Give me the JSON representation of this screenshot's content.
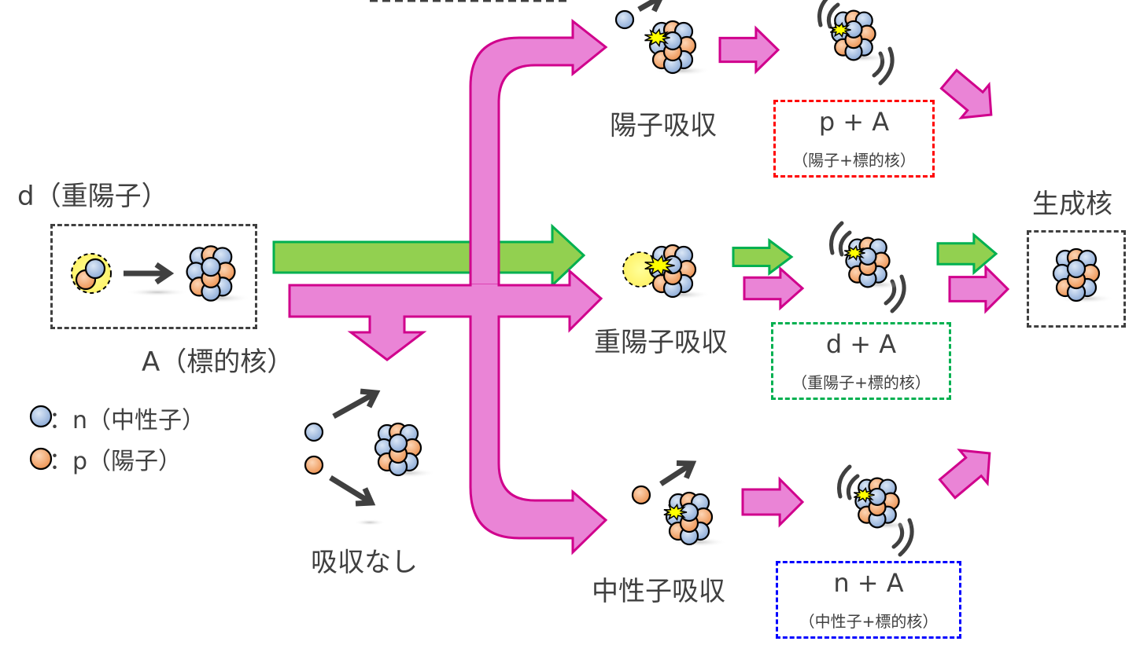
{
  "colors": {
    "neutron": "#9bb7dd",
    "proton": "#f2a06a",
    "pink_fill": "#ea84d6",
    "pink_stroke": "#d0008c",
    "green_fill": "#92d050",
    "green_stroke": "#00b050",
    "spark": "#ffff00",
    "text": "#404040",
    "box_red": "#ff0000",
    "box_green": "#00b050",
    "box_blue": "#0000ff",
    "box_gray": "#404040"
  },
  "input": {
    "deuteron_label": "d（重陽子）",
    "target_label": "A（標的核）"
  },
  "legend": {
    "items": [
      {
        "particle": "neutron",
        "label": "：n（中性子）"
      },
      {
        "particle": "proton",
        "label": "：p（陽子）"
      }
    ]
  },
  "branches": {
    "no_absorption": {
      "label": "吸収なし"
    },
    "proton_absorption": {
      "label": "陽子吸収",
      "formula": "p + A",
      "formula_note": "（陽子+標的核）"
    },
    "deuteron_absorption": {
      "label": "重陽子吸収",
      "formula": "d + A",
      "formula_note": "（重陽子+標的核）"
    },
    "neutron_absorption": {
      "label": "中性子吸収",
      "formula": "n + A",
      "formula_note": "（中性子+標的核）"
    }
  },
  "product": {
    "label": "生成核"
  }
}
